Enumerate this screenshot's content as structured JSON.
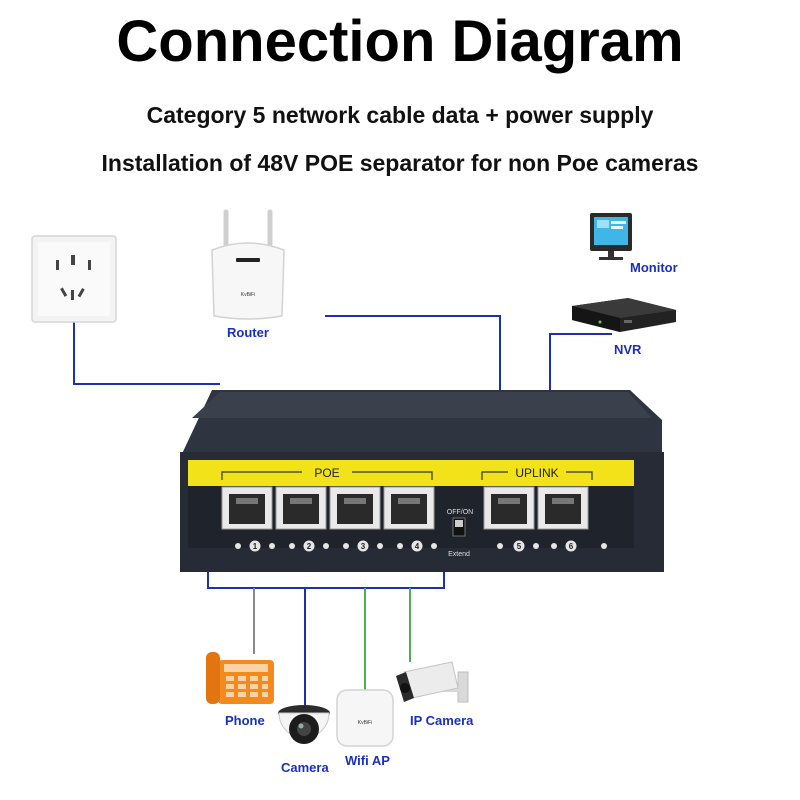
{
  "header": {
    "title": "Connection Diagram",
    "subtitle_1": "Category 5 network cable data + power supply",
    "subtitle_2": "Installation of 48V POE separator for non Poe cameras"
  },
  "devices": {
    "router": "Router",
    "router_brand": "KvBiFi",
    "monitor": "Monitor",
    "nvr": "NVR",
    "phone": "Phone",
    "camera": "Camera",
    "wifi_ap": "Wifi AP",
    "wifi_ap_brand": "KvBiFi",
    "ip_camera": "IP Camera"
  },
  "switch": {
    "poe_label": "POE",
    "uplink_label": "UPLINK",
    "switch_label": "OFF/ON",
    "extend_label": "Extend",
    "port_numbers": [
      "1",
      "2",
      "3",
      "4",
      "5",
      "6"
    ]
  },
  "colors": {
    "cable_blue": "#1e2fb0",
    "cable_green": "#4caf50",
    "cable_gray": "#888888",
    "switch_body": "#2a2f3a",
    "switch_panel": "#f2e21a",
    "label_blue": "#1b2fbf"
  }
}
